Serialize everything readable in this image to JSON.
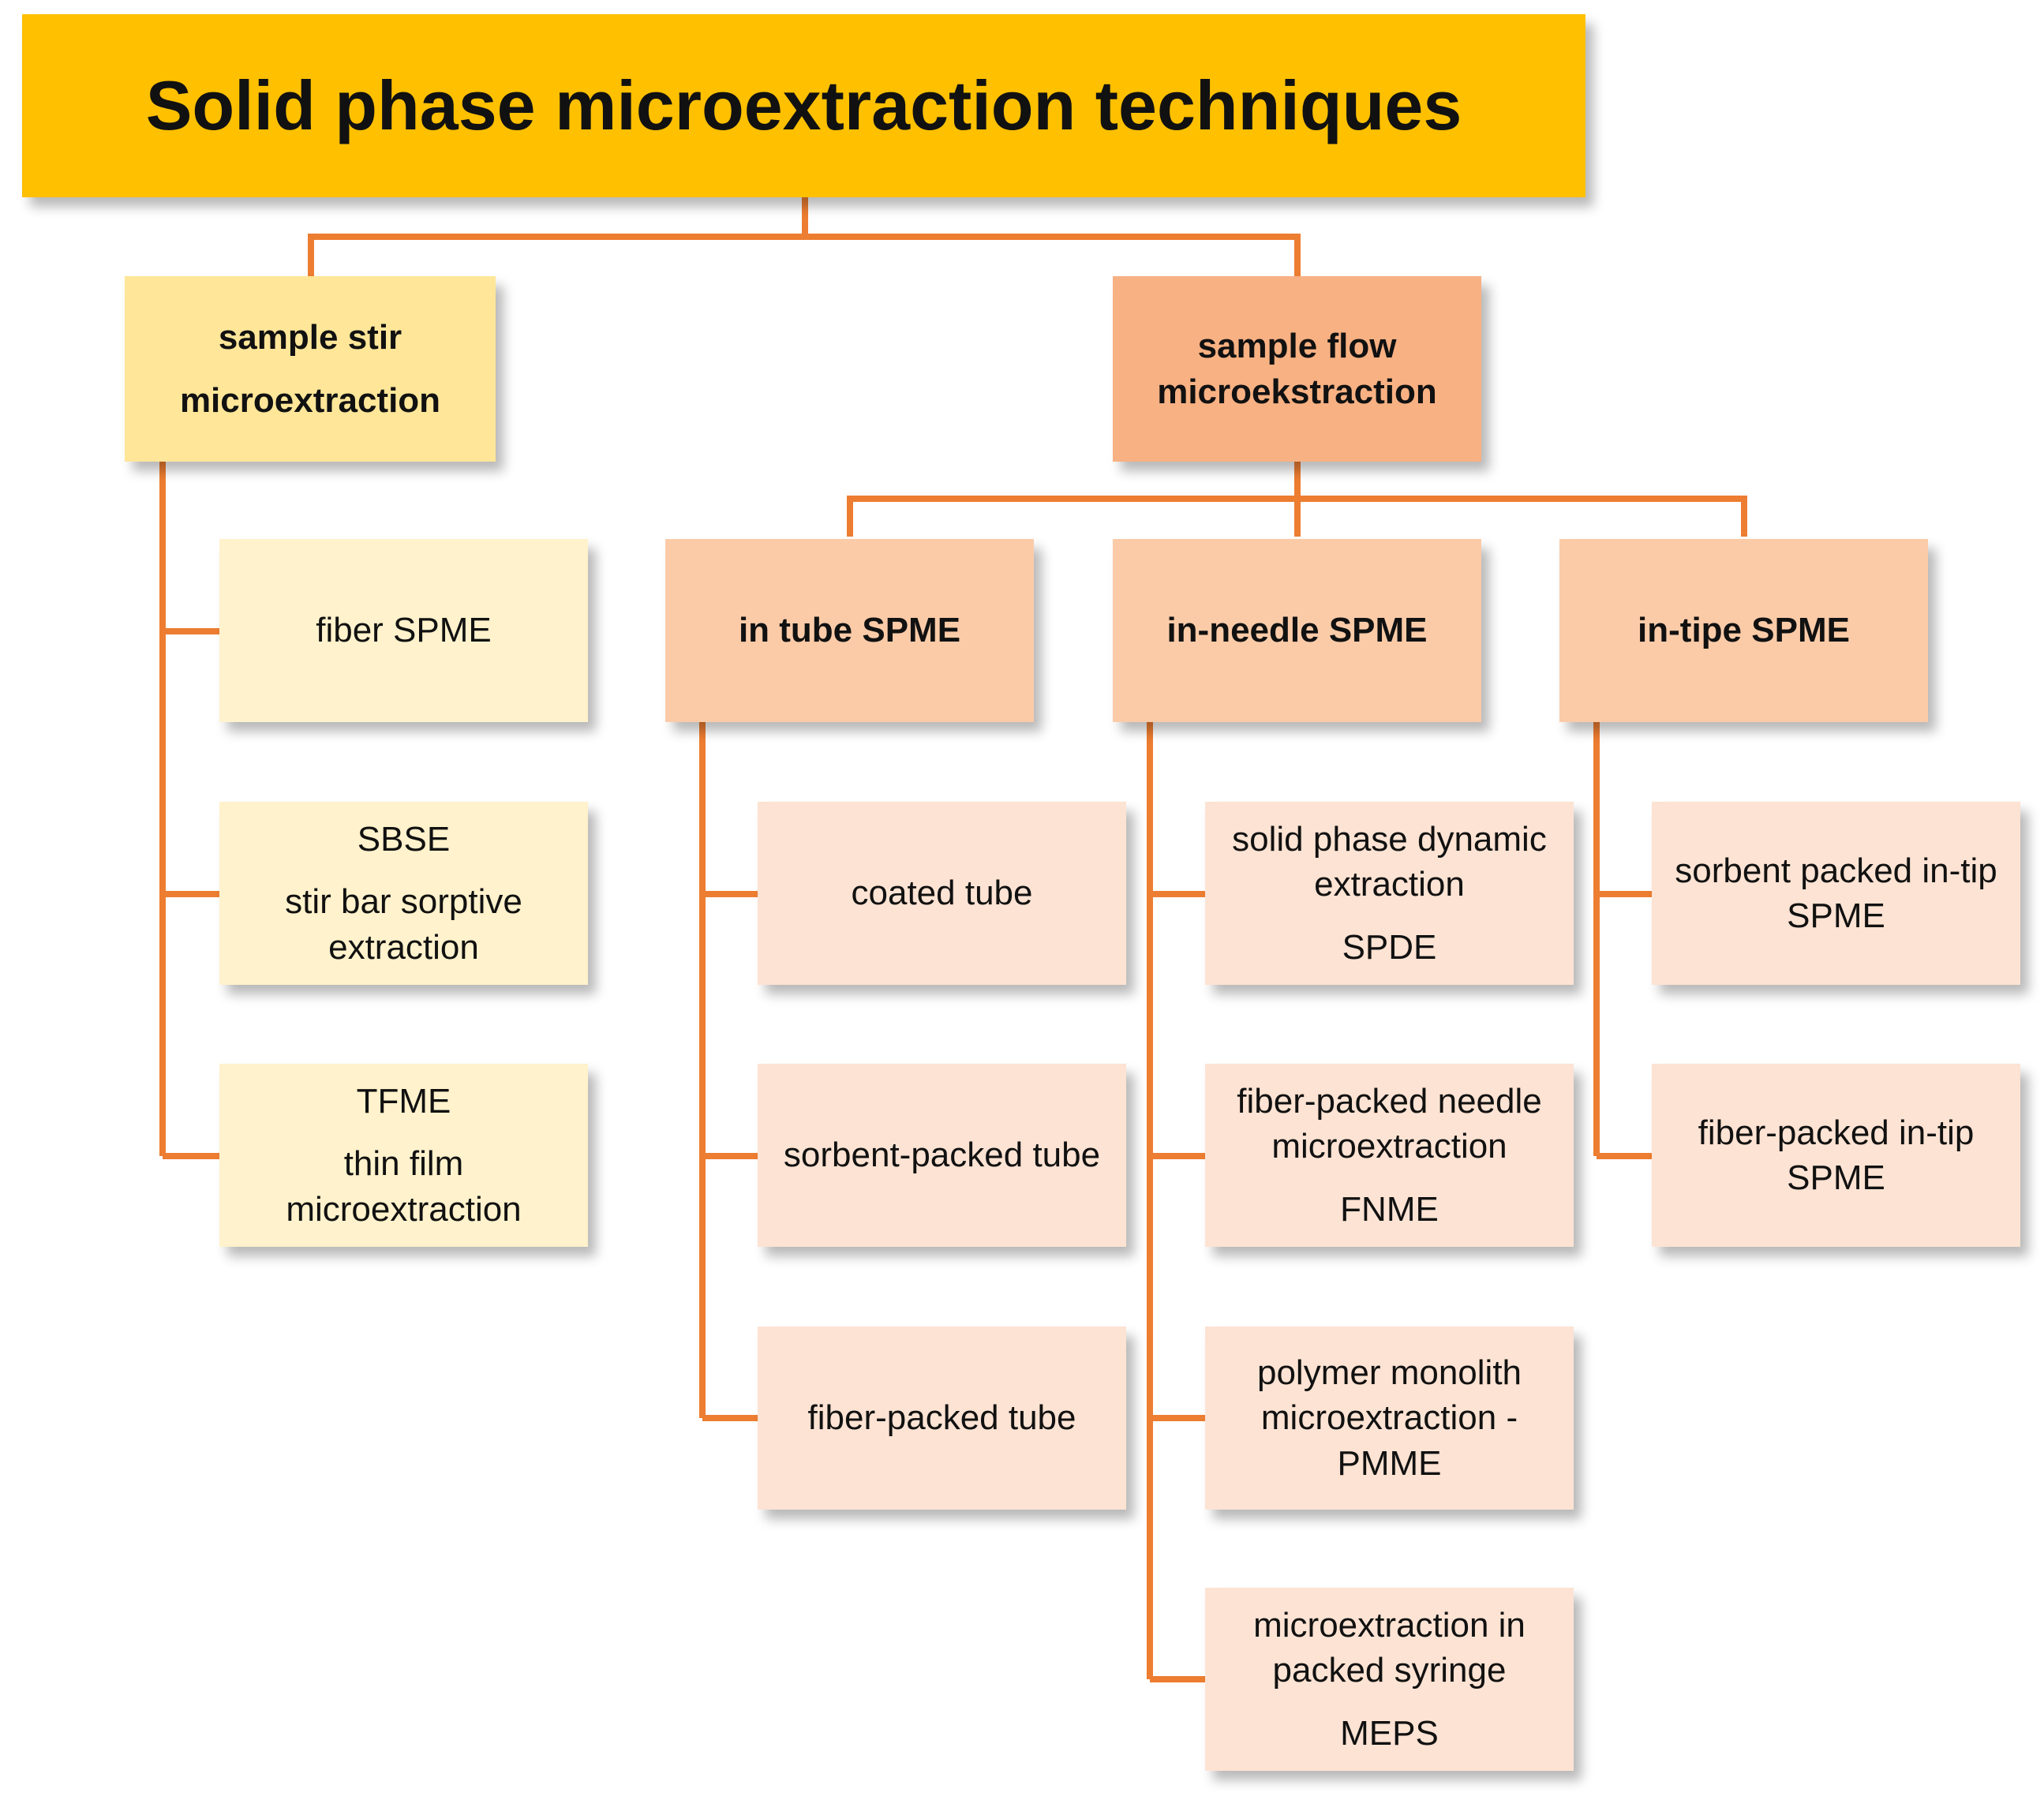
{
  "title": "Solid phase microextraction techniques",
  "branches": {
    "stir": {
      "label_lines": [
        "sample stir",
        "microextraction"
      ],
      "items": [
        {
          "lines": [
            "fiber SPME"
          ]
        },
        {
          "lines": [
            "SBSE",
            "stir bar sorptive",
            "extraction"
          ]
        },
        {
          "lines": [
            "TFME",
            "thin film",
            "microextraction"
          ]
        }
      ]
    },
    "flow": {
      "label_lines": [
        "sample flow",
        "microekstraction"
      ],
      "groups": {
        "in_tube": {
          "label": "in tube SPME",
          "items": [
            {
              "lines": [
                "coated tube"
              ]
            },
            {
              "lines": [
                "sorbent-packed tube"
              ]
            },
            {
              "lines": [
                "fiber-packed tube"
              ]
            }
          ]
        },
        "in_needle": {
          "label": "in-needle SPME",
          "items": [
            {
              "lines": [
                "solid phase dynamic",
                "extraction",
                "SPDE"
              ]
            },
            {
              "lines": [
                "fiber-packed needle",
                "microextraction",
                "FNME"
              ]
            },
            {
              "lines": [
                "polymer monolith",
                "microextraction -",
                "PMME"
              ]
            },
            {
              "lines": [
                "microextraction in",
                "packed syringe",
                "MEPS"
              ]
            }
          ]
        },
        "in_tip": {
          "label": "in-tipe SPME",
          "items": [
            {
              "lines": [
                "sorbent packed in-tip",
                "SPME"
              ]
            },
            {
              "lines": [
                "fiber-packed in-tip",
                "SPME"
              ]
            }
          ]
        }
      }
    }
  },
  "colors": {
    "connector": "#ED7D31",
    "title_fill": "#FFC000",
    "stir_category_fill": "#FFE699",
    "stir_leaf_fill": "#FFF2CC",
    "flow_category_fill": "#F8B183",
    "flow_subcategory_fill": "#FBCBA8",
    "flow_leaf_fill": "#FDE3D3"
  }
}
